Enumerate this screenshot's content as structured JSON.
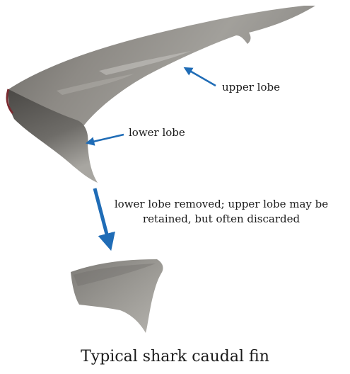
{
  "labels": {
    "upper_lobe": "upper lobe",
    "lower_lobe": "lower lobe",
    "removed_line1": "lower lobe removed; upper lobe may be",
    "removed_line2": "retained, but often discarded"
  },
  "caption": "Typical shark caudal fin",
  "colors": {
    "arrow": "#1f6cb6",
    "fin_dark": "#4c4a47",
    "fin_mid": "#7a7873",
    "fin_light": "#a9a7a2",
    "cut_edge": "#7a2a30",
    "text": "#1a1a1a"
  }
}
